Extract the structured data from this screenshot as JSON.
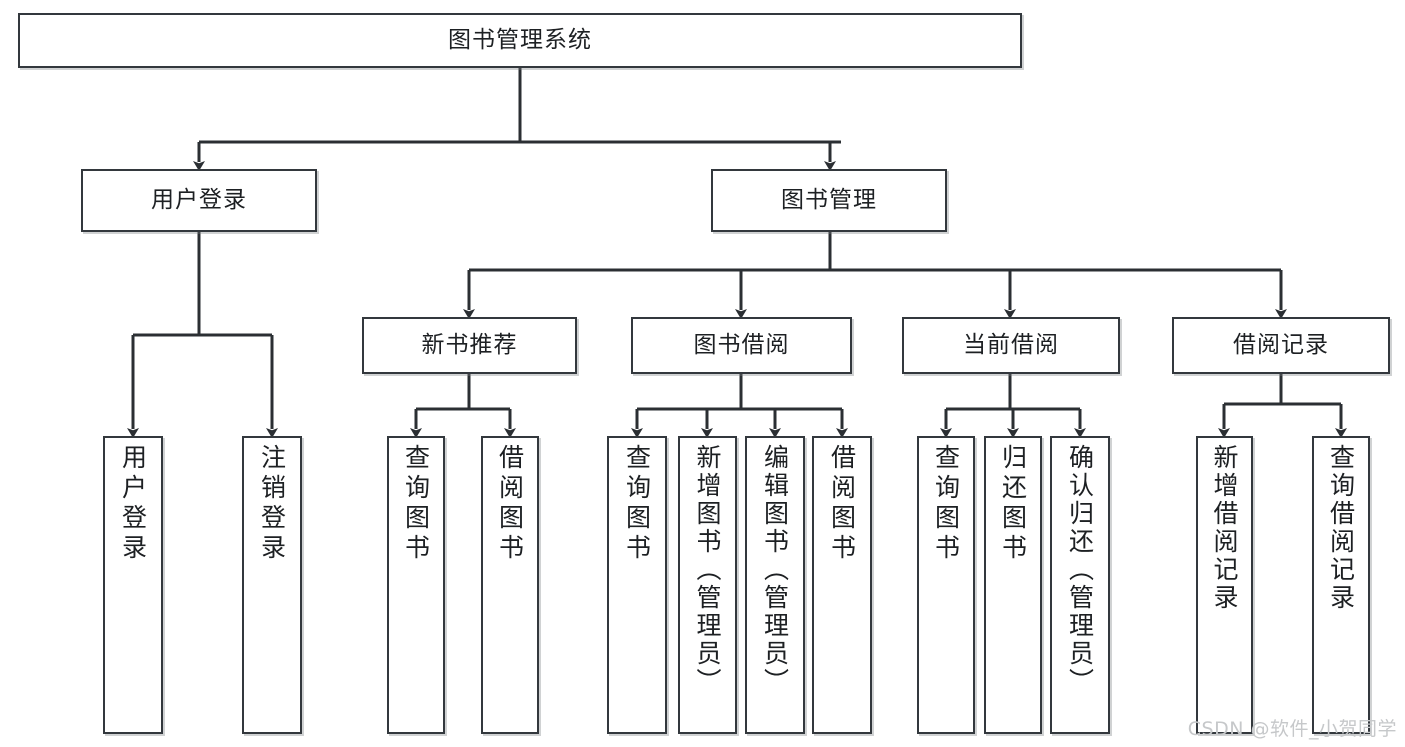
{
  "diagram": {
    "title": "图书管理系统",
    "watermark": "CSDN @软件_小贺同学",
    "colors": {
      "box_border": "#33383d",
      "box_fill": "#ffffff",
      "connector": "#2b2f33",
      "text": "#1d2023",
      "watermark": "#c6c8ca",
      "background": "#ffffff"
    },
    "nodes": {
      "root": "图书管理系统",
      "level2": [
        "用户登录",
        "图书管理"
      ],
      "level3": [
        "新书推荐",
        "图书借阅",
        "当前借阅",
        "借阅记录"
      ],
      "leaves": {
        "user_login": [
          "用户登录",
          "注销登录"
        ],
        "new_book_recommend": [
          "查询图书",
          "借阅图书"
        ],
        "book_borrow": [
          "查询图书",
          "新增图书（管理员）",
          "编辑图书（管理员）",
          "借阅图书"
        ],
        "current_borrow": [
          "查询图书",
          "归还图书",
          "确认归还（管理员）"
        ],
        "borrow_record": [
          "新增借阅记录",
          "查询借阅记录"
        ]
      }
    }
  }
}
